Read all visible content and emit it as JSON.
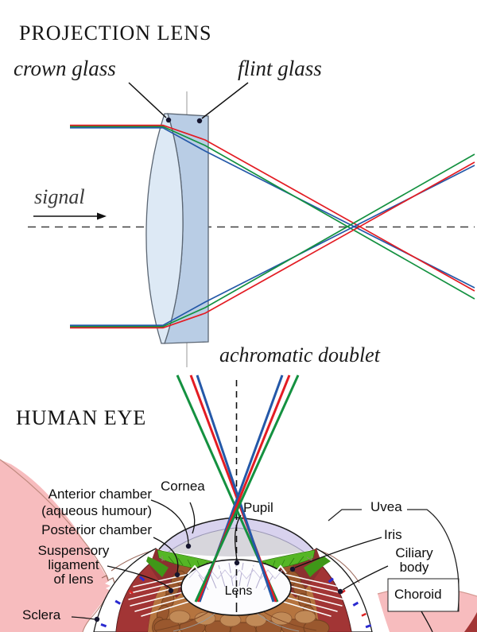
{
  "projection": {
    "title": "PROJECTION LENS",
    "crown_glass_label": "crown glass",
    "flint_glass_label": "flint glass",
    "signal_label": "signal",
    "doublet_label": "achromatic doublet"
  },
  "eye": {
    "title": "HUMAN EYE",
    "anterior_line1": "Anterior chamber",
    "anterior_line2": "(aqueous humour)",
    "posterior_label": "Posterior chamber",
    "suspensory_line1": "Suspensory",
    "suspensory_line2": "ligament",
    "suspensory_line3": "of lens",
    "sclera_label": "Sclera",
    "cornea_label": "Cornea",
    "pupil_label": "Pupil",
    "lens_label": "Lens",
    "uvea_label": "Uvea",
    "iris_label": "Iris",
    "ciliary_line1": "Ciliary",
    "ciliary_line2": "body",
    "choroid_label": "Choroid"
  },
  "colors": {
    "ray_red": "#e31c23",
    "ray_green": "#149140",
    "ray_blue": "#2458a8",
    "crown_glass_fill": "#dde9f5",
    "flint_glass_fill": "#b9cde5",
    "glass_stroke": "#5b6673",
    "skin_pink": "#f7bcbe",
    "sclera_white": "#ffffff",
    "choroid_red": "#a23535",
    "interior_brown": "#b5743f",
    "scallop_brown": "#9a582e",
    "iris_green": "#55b625",
    "cornea_lavender": "#d8d2ee",
    "maroon": "#8c3030"
  }
}
